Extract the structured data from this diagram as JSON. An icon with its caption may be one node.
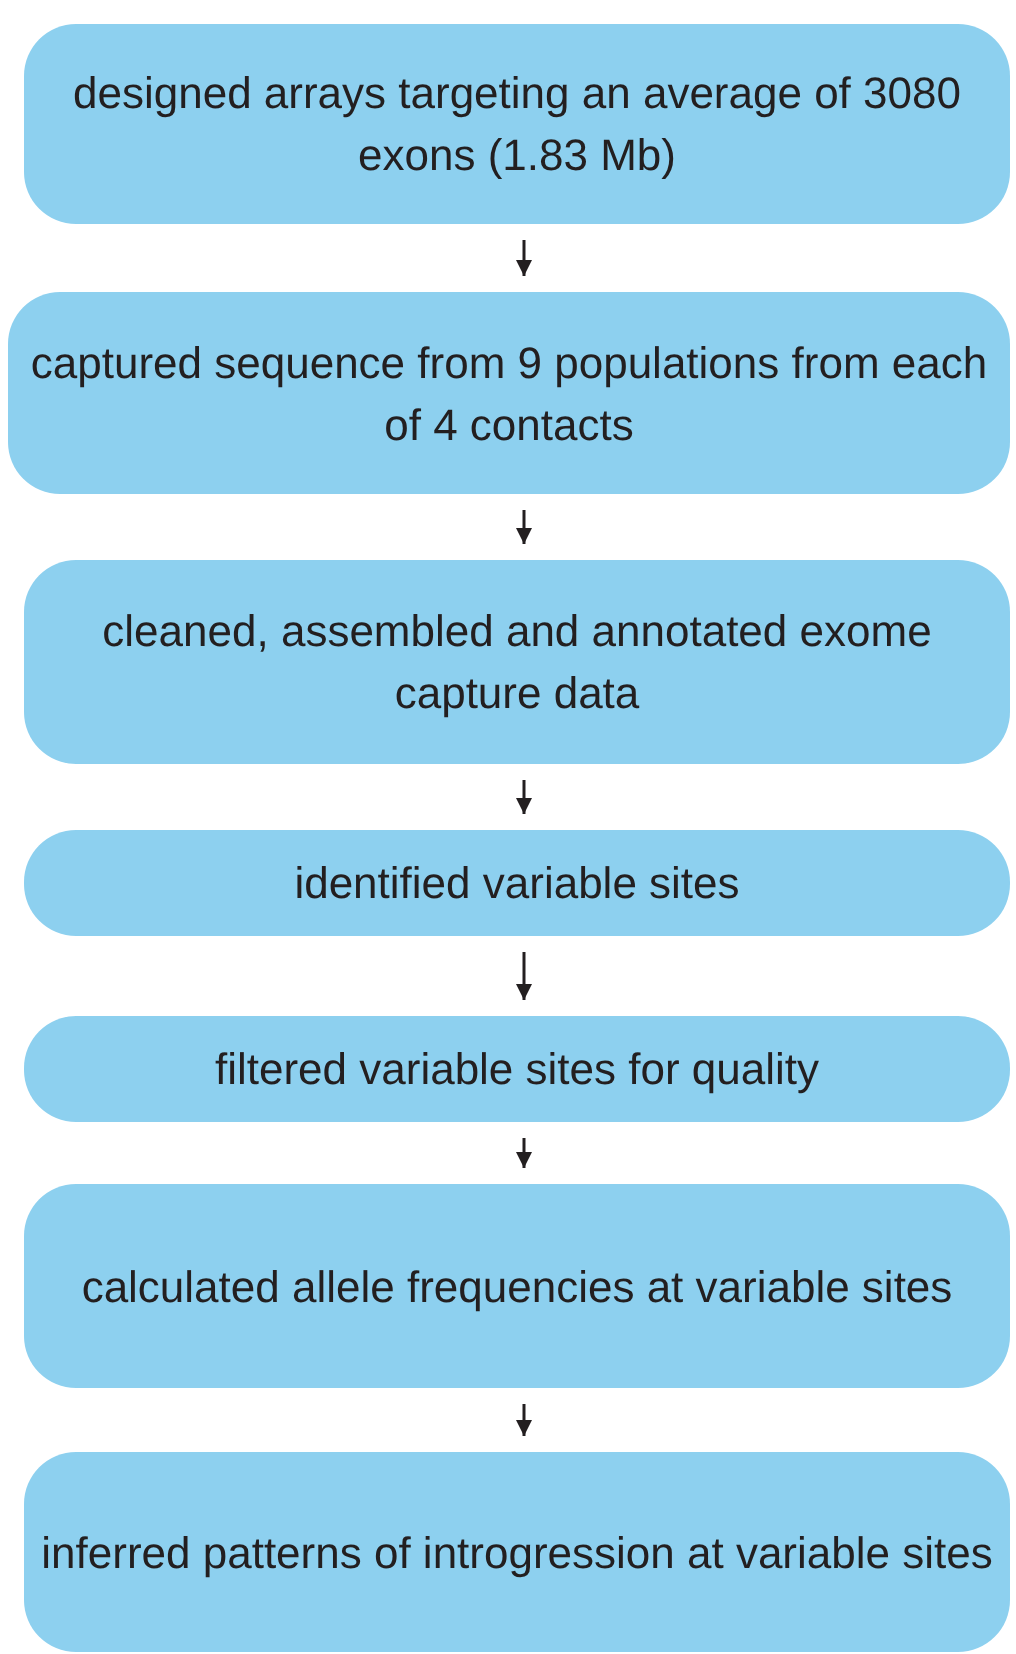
{
  "diagram": {
    "nodes": [
      {
        "text": [
          "designed arrays targeting an average of 3080 exons (1.83 Mb)"
        ]
      },
      {
        "text": [
          "captured sequence from 9 populations from each of 4 contacts"
        ]
      },
      {
        "text": [
          "cleaned, assembled and annotated exome capture data"
        ]
      },
      {
        "text": [
          "identified variable sites"
        ]
      },
      {
        "text": [
          "filtered variable sites for quality"
        ]
      },
      {
        "text": [
          "calculated allele frequencies at variable sites"
        ]
      },
      {
        "text": [
          "inferred patterns of introgression at variable sites"
        ]
      }
    ],
    "edges": [
      {
        "from": 0,
        "to": 1,
        "arrow": "to"
      },
      {
        "from": 1,
        "to": 2,
        "arrow": "to"
      },
      {
        "from": 2,
        "to": 3,
        "arrow": "to"
      },
      {
        "from": 3,
        "to": 4,
        "arrow": "to"
      },
      {
        "from": 4,
        "to": 5,
        "arrow": "to"
      },
      {
        "from": 5,
        "to": 6,
        "arrow": "to"
      }
    ]
  }
}
